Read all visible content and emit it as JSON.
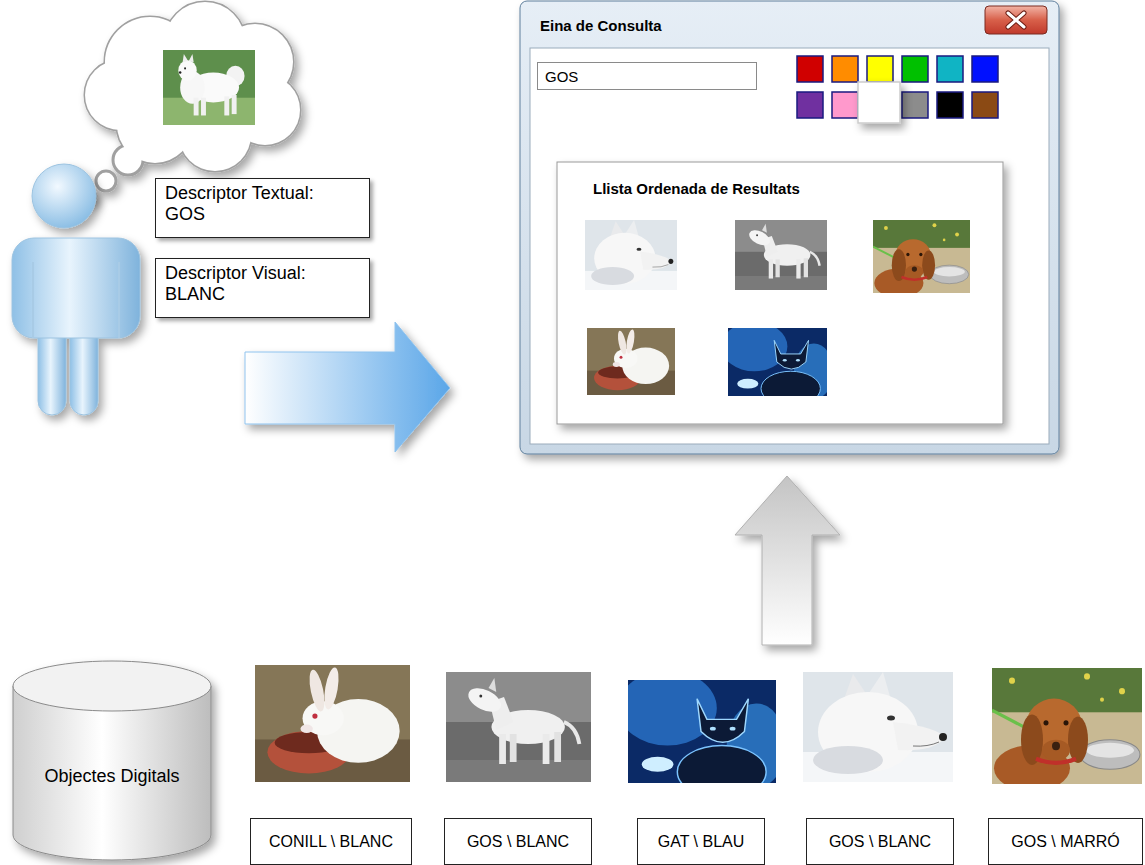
{
  "diagram": {
    "nodes": [
      {
        "text": [
          "Descriptor Textual: GOS"
        ]
      },
      {
        "text": [
          "Descriptor Visual: BLANC"
        ]
      },
      {
        "text": [
          "Eina de Consulta"
        ]
      },
      {
        "text": [
          "GOS"
        ],
        "in": 2
      },
      {
        "text": [
          "Llista Ordenada de Resultats"
        ],
        "in": 2
      },
      {
        "text": [
          "Objectes Digitals"
        ]
      },
      {
        "text": [
          "CONILL \\ BLANC"
        ]
      },
      {
        "text": [
          "GOS \\ BLANC"
        ]
      },
      {
        "text": [
          "GAT \\ BLAU"
        ]
      },
      {
        "text": [
          "GOS \\ BLANC"
        ]
      },
      {
        "text": [
          "GOS \\ MARRÓ"
        ]
      }
    ]
  }
}
